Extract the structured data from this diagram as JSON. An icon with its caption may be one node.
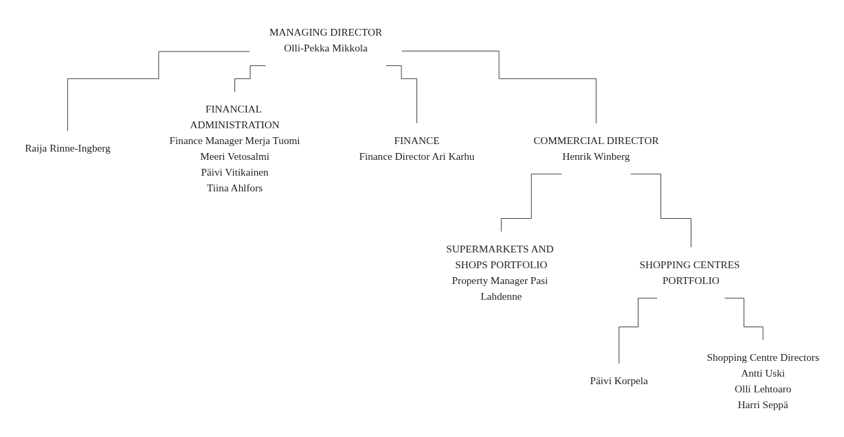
{
  "diagram": {
    "nodes": [
      {
        "text": [
          "MANAGING DIRECTOR",
          "Olli-Pekka Mikkola"
        ]
      },
      {
        "text": [
          "Raija Rinne-Ingberg"
        ]
      },
      {
        "text": [
          "FINANCIAL ADMINISTRATION",
          "Finance Manager Merja Tuomi",
          "Meeri Vetosalmi",
          "Päivi Vitikainen",
          "Tiina Ahlfors"
        ]
      },
      {
        "text": [
          "FINANCE",
          "Finance Director Ari Karhu"
        ]
      },
      {
        "text": [
          "COMMERCIAL DIRECTOR",
          "Henrik Winberg"
        ]
      },
      {
        "text": [
          "SUPERMARKETS AND SHOPS PORTFOLIO",
          "Property Manager Pasi Lahdenne"
        ]
      },
      {
        "text": [
          "SHOPPING CENTRES PORTFOLIO"
        ]
      },
      {
        "text": [
          "Päivi Korpela"
        ]
      },
      {
        "text": [
          "Shopping Centre Directors",
          "Antti Uski",
          "Olli Lehtoaro",
          "Harri Seppä"
        ]
      }
    ],
    "edges": [
      {
        "from": 0,
        "to": 1,
        "arrow": "none"
      },
      {
        "from": 0,
        "to": 2,
        "arrow": "none"
      },
      {
        "from": 0,
        "to": 3,
        "arrow": "none"
      },
      {
        "from": 0,
        "to": 4,
        "arrow": "none"
      },
      {
        "from": 4,
        "to": 5,
        "arrow": "none"
      },
      {
        "from": 4,
        "to": 6,
        "arrow": "none"
      },
      {
        "from": 6,
        "to": 7,
        "arrow": "none"
      },
      {
        "from": 6,
        "to": 8,
        "arrow": "none"
      }
    ]
  }
}
